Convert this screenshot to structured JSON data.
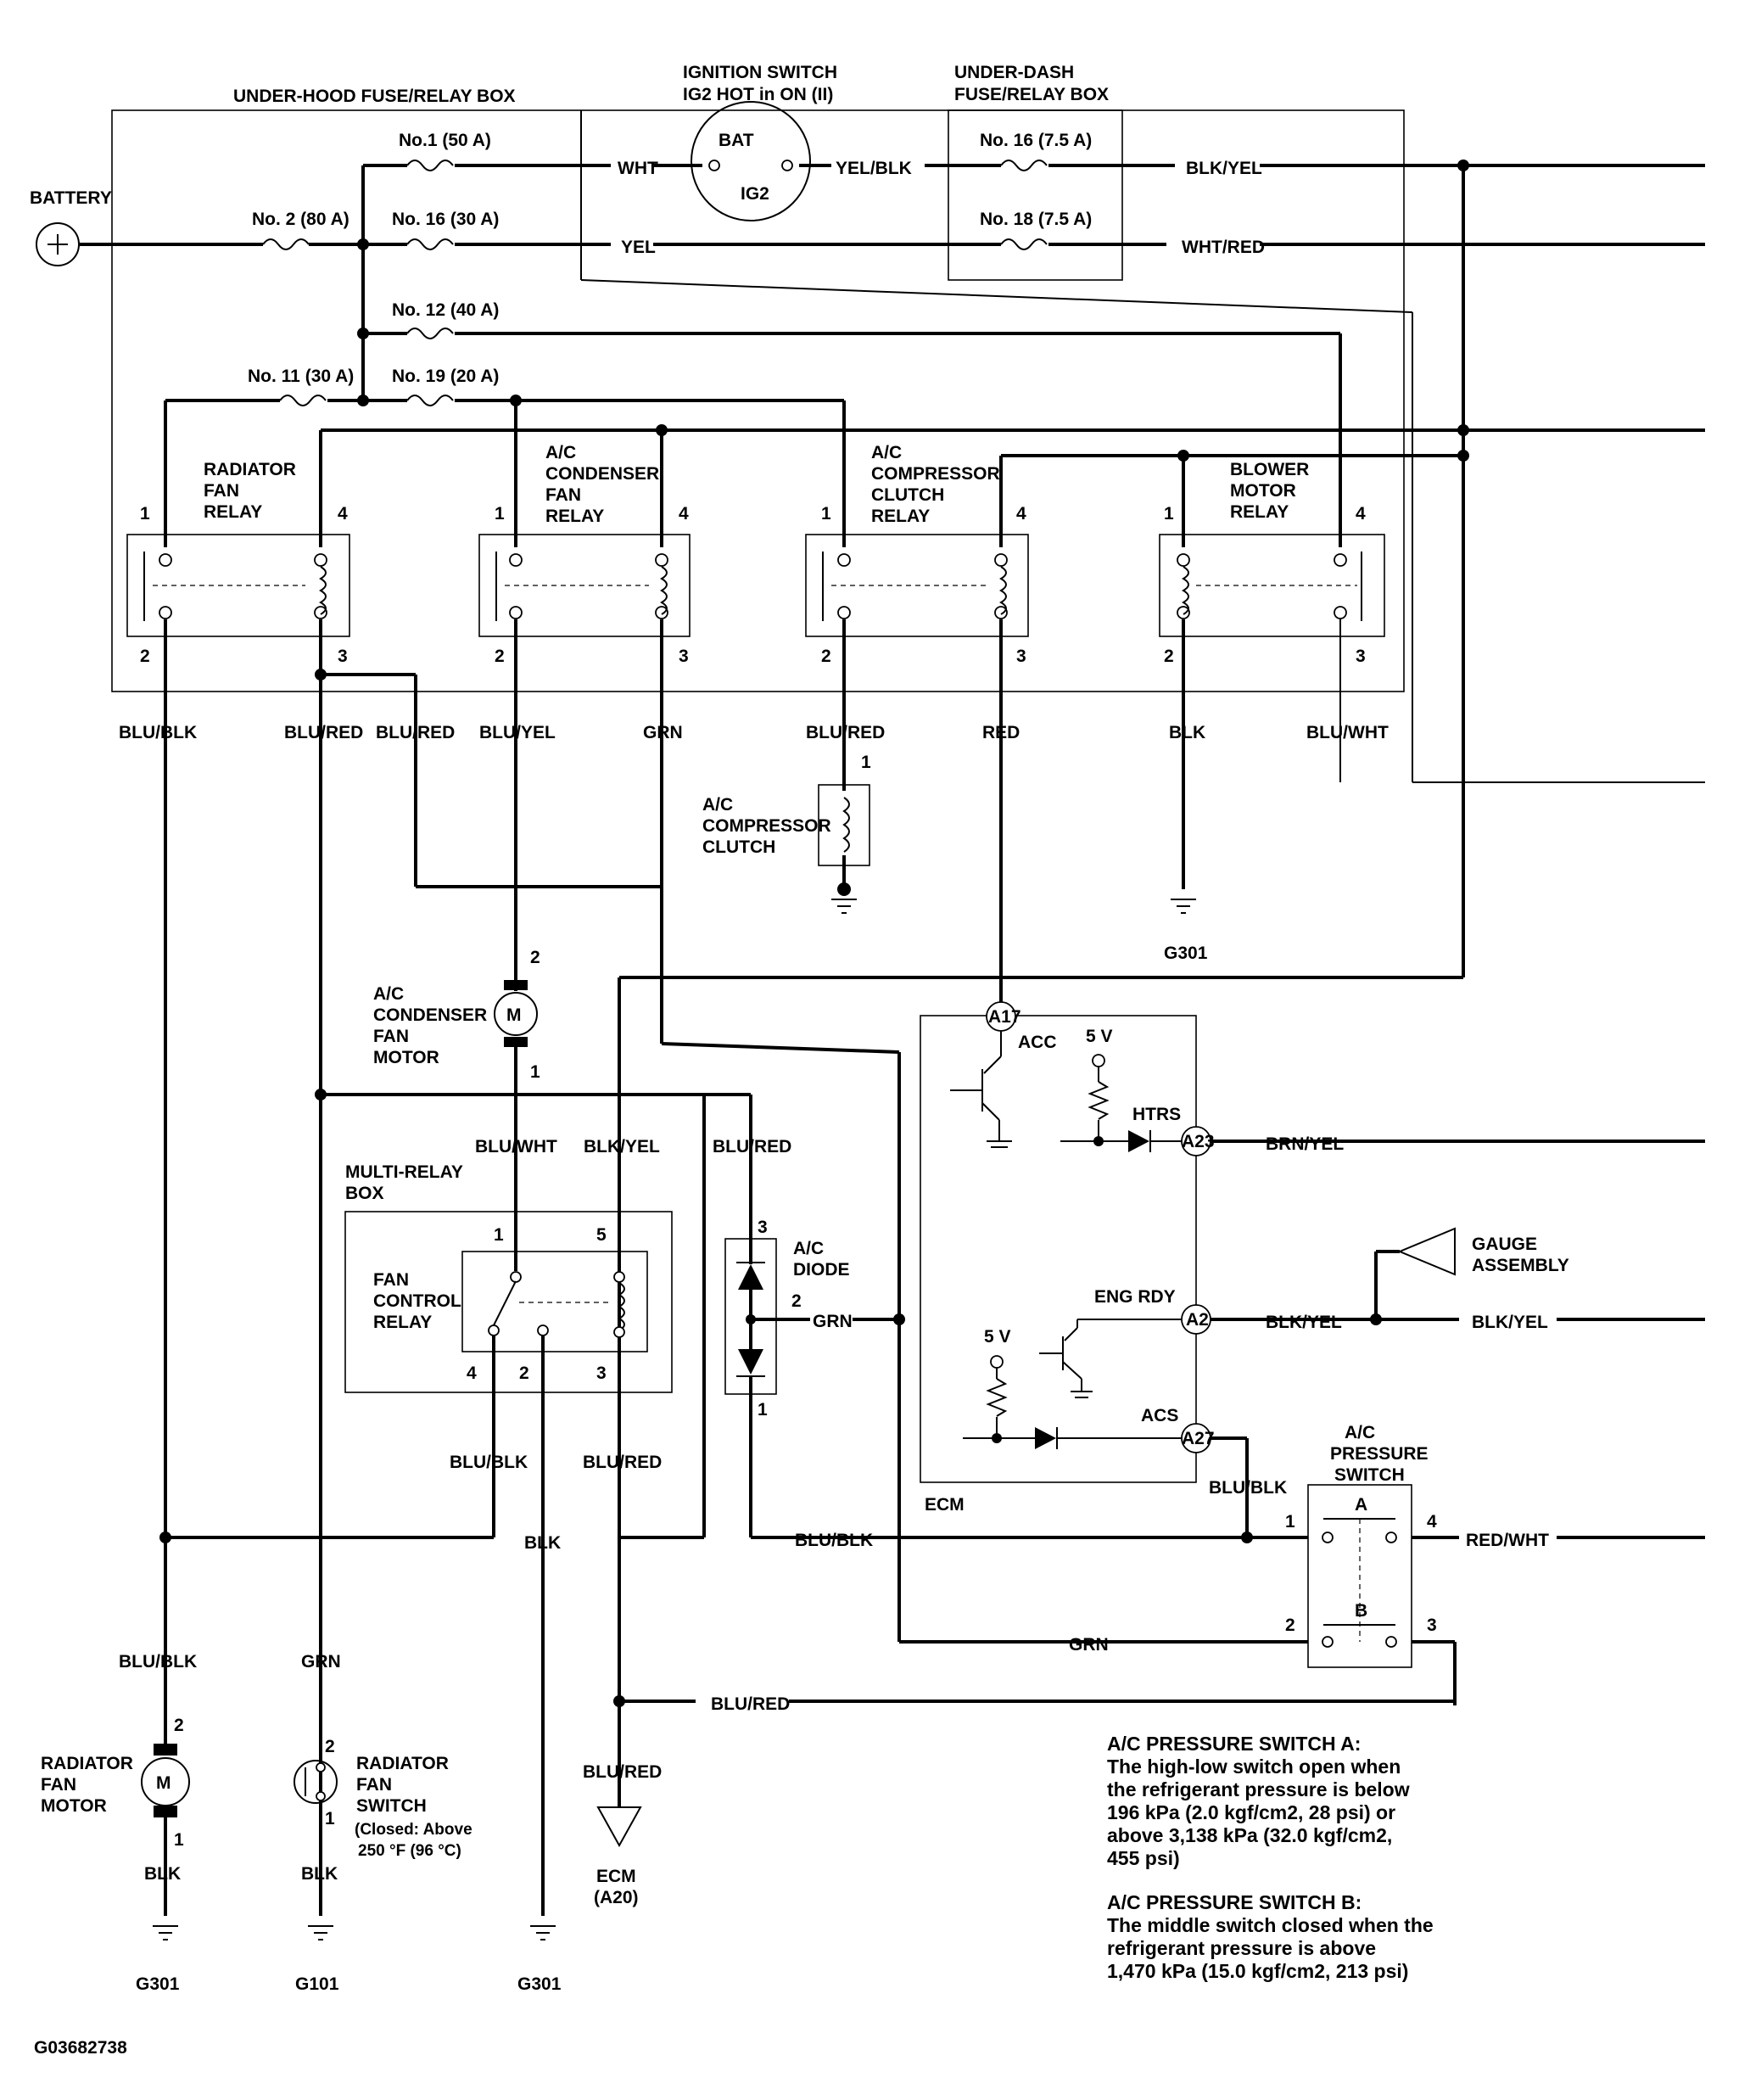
{
  "header": {
    "underhood_box": "UNDER-HOOD FUSE/RELAY BOX",
    "ign_title_1": "IGNITION SWITCH",
    "ign_title_2": "IG2 HOT in ON (II)",
    "underdash_title_1": "UNDER-DASH",
    "underdash_title_2": "FUSE/RELAY BOX",
    "battery": "BATTERY"
  },
  "switch": {
    "bat": "BAT",
    "ig2": "IG2"
  },
  "fuses": {
    "f1": "No.1 (50 A)",
    "f2": "No. 2 (80 A)",
    "f16": "No. 16 (30 A)",
    "f12": "No. 12 (40 A)",
    "f11": "No. 11 (30 A)",
    "f19": "No. 19 (20 A)",
    "d16": "No. 16 (7.5 A)",
    "d18": "No. 18 (7.5 A)"
  },
  "relays": {
    "rad_1": "RADIATOR",
    "rad_2": "FAN",
    "rad_3": "RELAY",
    "cond_1": "A/C",
    "cond_2": "CONDENSER",
    "cond_3": "FAN",
    "cond_4": "RELAY",
    "comp_1": "A/C",
    "comp_2": "COMPRESSOR",
    "comp_3": "CLUTCH",
    "comp_4": "RELAY",
    "blow_1": "BLOWER",
    "blow_2": "MOTOR",
    "blow_3": "RELAY"
  },
  "pins": {
    "p1": "1",
    "p2": "2",
    "p3": "3",
    "p4": "4",
    "p5": "5"
  },
  "wires": {
    "wht": "WHT",
    "yel": "YEL",
    "yel_blk": "YEL/BLK",
    "blk_yel": "BLK/YEL",
    "wht_red": "WHT/RED",
    "blu_blk": "BLU/BLK",
    "blu_red": "BLU/RED",
    "blu_yel": "BLU/YEL",
    "grn": "GRN",
    "red": "RED",
    "blk": "BLK",
    "blu_wht": "BLU/WHT",
    "brn_yel": "BRN/YEL",
    "red_wht": "RED/WHT"
  },
  "components": {
    "clutch_1": "A/C",
    "clutch_2": "COMPRESSOR",
    "clutch_3": "CLUTCH",
    "cfm_1": "A/C",
    "cfm_2": "CONDENSER",
    "cfm_3": "FAN",
    "cfm_4": "MOTOR",
    "motor_m": "M",
    "mrb_1": "MULTI-RELAY",
    "mrb_2": "BOX",
    "fcr_1": "FAN",
    "fcr_2": "CONTROL",
    "fcr_3": "RELAY",
    "diode_1": "A/C",
    "diode_2": "DIODE",
    "ecm": "ECM",
    "acc": "ACC",
    "htrs": "HTRS",
    "eng_rdy": "ENG RDY",
    "acs": "ACS",
    "five_v": "5 V",
    "a17": "A17",
    "a23": "A23",
    "a2": "A2",
    "a27": "A27",
    "gauge_1": "GAUGE",
    "gauge_2": "ASSEMBLY",
    "ps_1": "A/C",
    "ps_2": "PRESSURE",
    "ps_3": "SWITCH",
    "ps_a": "A",
    "ps_b": "B",
    "rfm_1": "RADIATOR",
    "rfm_2": "FAN",
    "rfm_3": "MOTOR",
    "rfs_1": "RADIATOR",
    "rfs_2": "FAN",
    "rfs_3": "SWITCH",
    "rfs_4": "(Closed: Above",
    "rfs_5": "250 °F (96 °C)",
    "ecm_a20_1": "ECM",
    "ecm_a20_2": "(A20)"
  },
  "grounds": {
    "g301": "G301",
    "g101": "G101"
  },
  "notes": {
    "a_title": "A/C PRESSURE SWITCH A:",
    "a_1": "The high-low switch open when",
    "a_2": "the refrigerant pressure is below",
    "a_3": "196 kPa (2.0 kgf/cm2, 28 psi) or",
    "a_4": "above 3,138 kPa (32.0 kgf/cm2,",
    "a_5": "455 psi)",
    "b_title": "A/C PRESSURE SWITCH B:",
    "b_1": "The middle switch closed when the",
    "b_2": "refrigerant pressure is above",
    "b_3": "1,470 kPa (15.0 kgf/cm2, 213 psi)"
  },
  "figure_id": "G03682738"
}
